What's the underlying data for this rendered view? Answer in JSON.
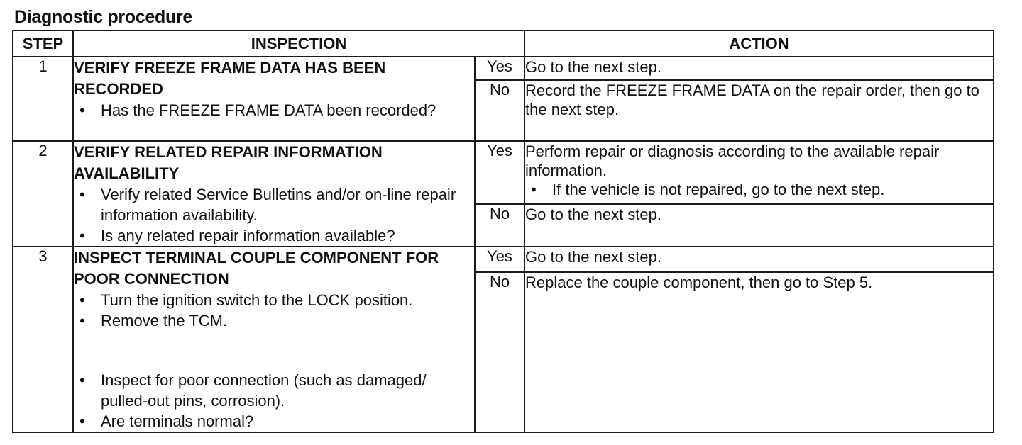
{
  "title": "Diagnostic procedure",
  "headers": {
    "step": "STEP",
    "inspection": "INSPECTION",
    "action": "ACTION"
  },
  "steps": [
    {
      "number": "1",
      "heading": "VERIFY FREEZE FRAME DATA HAS BEEN RECORDED",
      "bullets": [
        "Has the FREEZE FRAME DATA been recorded?"
      ],
      "yes_label": "Yes",
      "yes_action": "Go to the next step.",
      "no_label": "No",
      "no_action": "Record the FREEZE FRAME DATA on the repair order, then go to the next step."
    },
    {
      "number": "2",
      "heading": "VERIFY RELATED REPAIR INFORMATION AVAILABILITY",
      "bullets": [
        "Verify related Service Bulletins and/or on-line repair information availability.",
        "Is any related repair information available?"
      ],
      "yes_label": "Yes",
      "yes_action": "Perform repair or diagnosis according to the available repair information.",
      "yes_bullets": [
        "If the vehicle is not repaired, go to the next step."
      ],
      "no_label": "No",
      "no_action": "Go to the next step."
    },
    {
      "number": "3",
      "heading": "INSPECT TERMINAL COUPLE COMPONENT FOR POOR CONNECTION",
      "bullets": [
        "Turn the ignition switch to the LOCK position.",
        "Remove the TCM.",
        "Inspect for poor connection (such as damaged/ pulled-out pins, corrosion).",
        "Are terminals normal?"
      ],
      "yes_label": "Yes",
      "yes_action": "Go to the next step.",
      "no_label": "No",
      "no_action": "Replace the couple component, then go to Step 5."
    }
  ]
}
